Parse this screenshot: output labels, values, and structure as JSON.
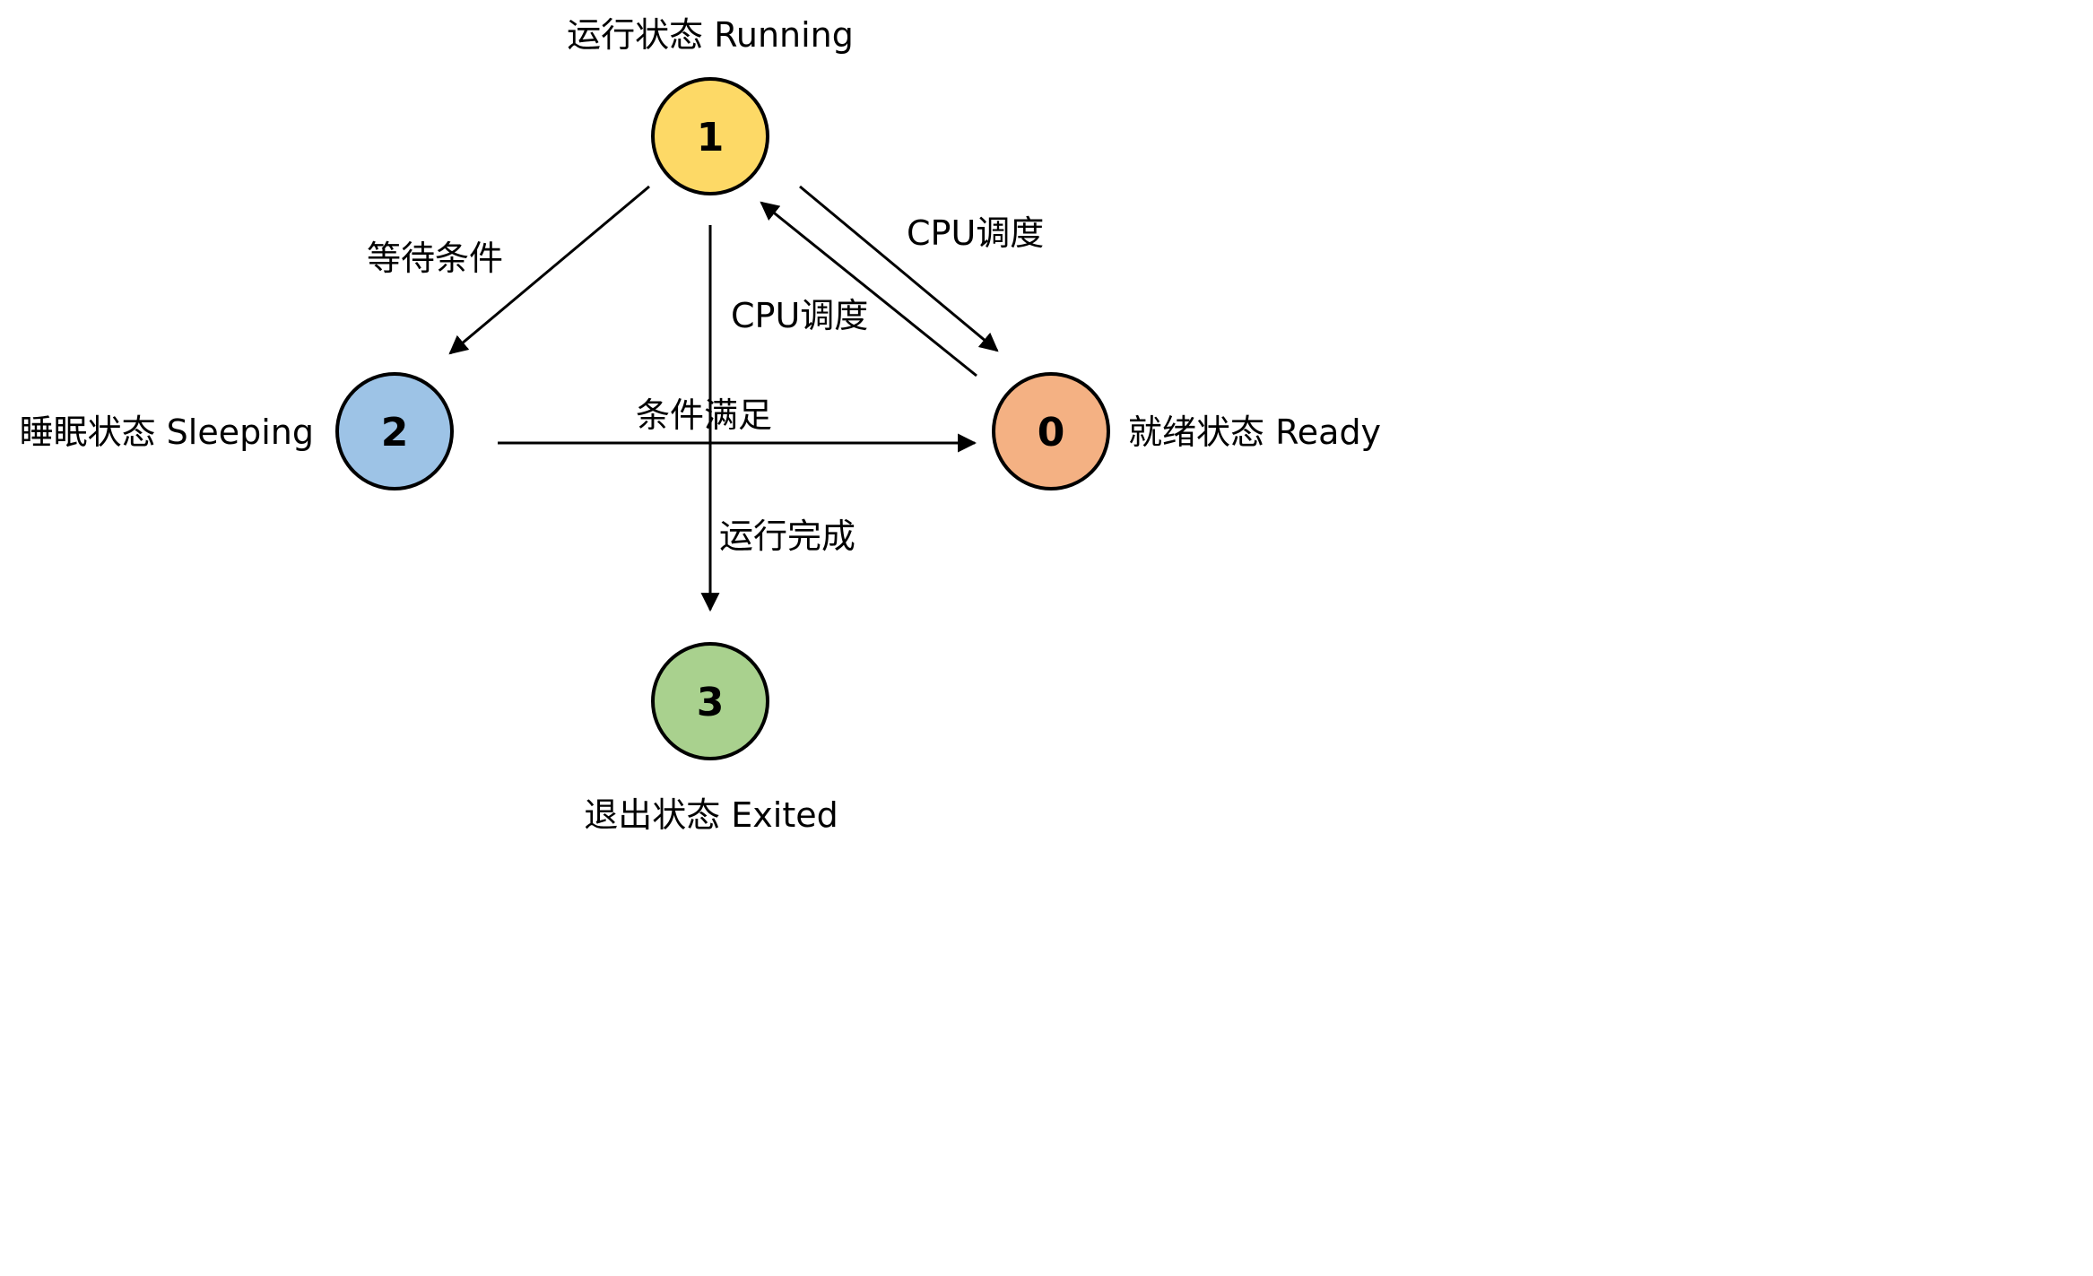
{
  "states": {
    "running": {
      "number": "1",
      "label": "运行状态 Running",
      "color": "#FDD966"
    },
    "sleeping": {
      "number": "2",
      "label": "睡眠状态 Sleeping",
      "color": "#9DC3E6"
    },
    "ready": {
      "number": "0",
      "label": "就绪状态 Ready",
      "color": "#F4B183"
    },
    "exited": {
      "number": "3",
      "label": "退出状态 Exited",
      "color": "#A9D18E"
    }
  },
  "transitions": {
    "running_to_sleeping": "等待条件",
    "running_to_ready": "CPU调度",
    "ready_to_running": "CPU调度",
    "sleeping_to_ready": "条件满足",
    "running_to_exited": "运行完成"
  }
}
